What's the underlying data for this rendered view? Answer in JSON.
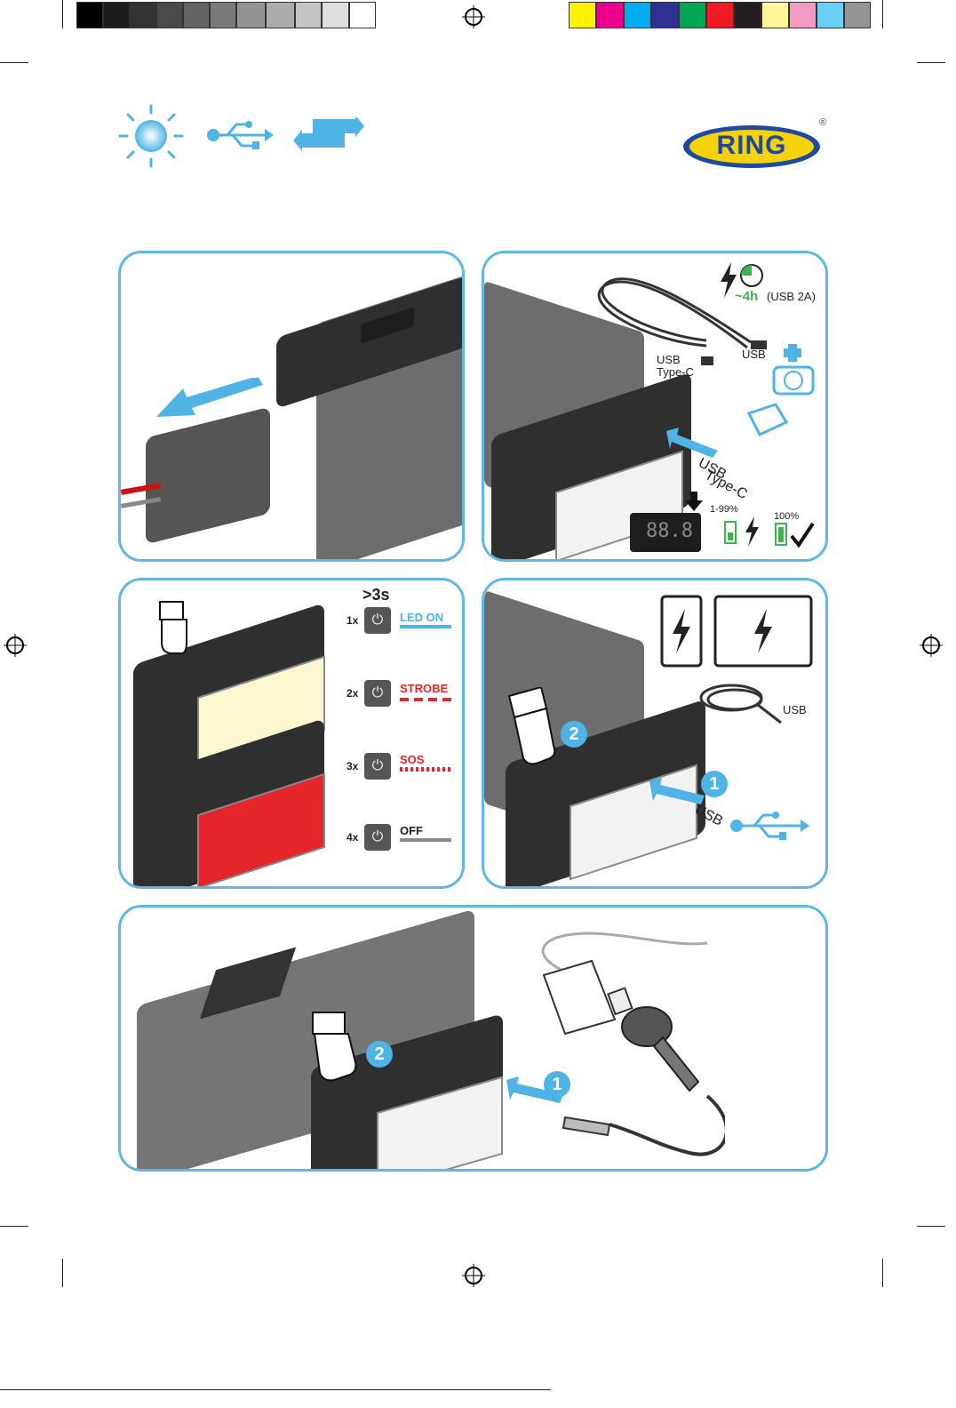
{
  "brand": {
    "logo_text": "RING",
    "registered_mark": "®"
  },
  "colors": {
    "accent": "#5fb7e6",
    "brand_blue": "#1d4a9e",
    "brand_yellow": "#f6d20b",
    "strobe": "#e4262b",
    "charge_green": "#3ab54a"
  },
  "header_icons": [
    "sun-icon",
    "usb-icon",
    "swap-arrows-icon"
  ],
  "panel_charge": {
    "cable_label_1": "USB",
    "cable_label_1b": "Type-C",
    "cable_label_2": "USB",
    "time_label": "~4h",
    "time_note": "(USB 2A)",
    "port_label_1": "USB",
    "port_label_2": "Type-C",
    "display_digits": "88.8",
    "level_partial": "1-99%",
    "level_full": "100%"
  },
  "panel_light": {
    "hold_label": ">3s",
    "modes": [
      {
        "count": "1x",
        "label": "LED ON"
      },
      {
        "count": "2x",
        "label": "STROBE"
      },
      {
        "count": "3x",
        "label": "SOS"
      },
      {
        "count": "4x",
        "label": "OFF"
      }
    ]
  },
  "panel_usb_out": {
    "step1": "1",
    "step2": "2",
    "usb_label": "USB",
    "cable_label": "USB"
  },
  "panel_car": {
    "step1": "1",
    "step2": "2"
  }
}
